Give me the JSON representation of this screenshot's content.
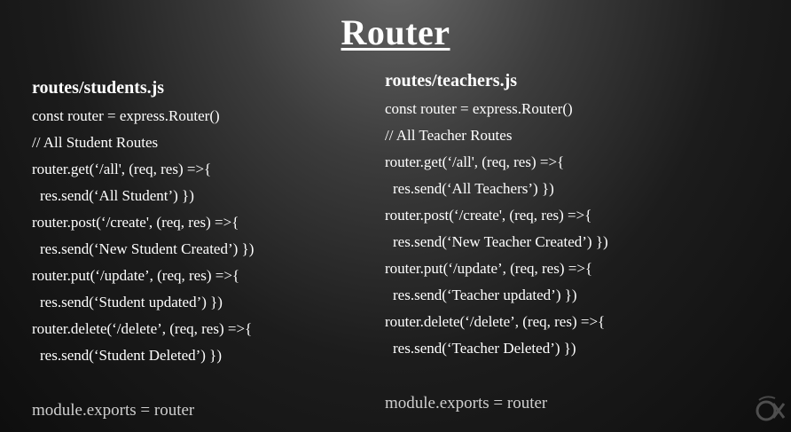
{
  "slide": {
    "title": "Router"
  },
  "students": {
    "filename": "routes/students.js",
    "lines": [
      "const router = express.Router()",
      "// All Student Routes",
      "router.get(‘/all', (req, res) =>{",
      "res.send(‘All Student’) })",
      "router.post(‘/create', (req, res) =>{",
      "res.send(‘New Student Created’) })",
      "router.put(‘/update’, (req, res) =>{",
      "res.send(‘Student updated’) })",
      "router.delete(‘/delete’, (req, res) =>{",
      "res.send(‘Student Deleted’) })"
    ],
    "exports": "module.exports = router"
  },
  "teachers": {
    "filename": "routes/teachers.js",
    "lines": [
      "const router = express.Router()",
      "// All Teacher Routes",
      "router.get(‘/all', (req, res) =>{",
      "res.send(‘All Teachers’) })",
      "router.post(‘/create', (req, res) =>{",
      "res.send(‘New Teacher Created’) })",
      "router.put(‘/update’, (req, res) =>{",
      "res.send(‘Teacher updated’) })",
      "router.delete(‘/delete’, (req, res) =>{",
      "res.send(‘Teacher Deleted’) })"
    ],
    "exports": "module.exports = router"
  },
  "logo": {
    "icon": "watermark-logo-icon"
  }
}
